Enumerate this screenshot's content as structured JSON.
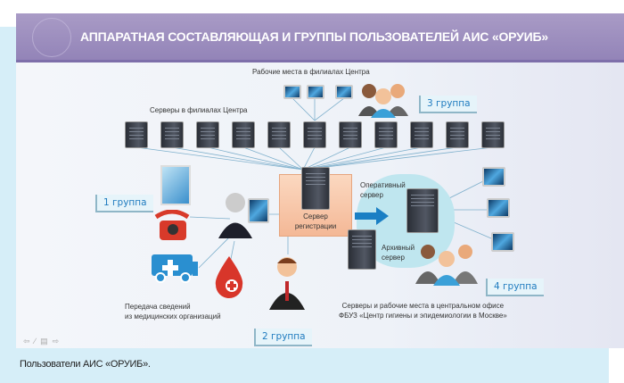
{
  "slide": {
    "title": "АППАРАТНАЯ СОСТАВЛЯЮЩАЯ И ГРУППЫ ПОЛЬЗОВАТЕЛЕЙ АИС «ОРУИБ»",
    "workstations_label": "Рабочие места в филиалах Центра",
    "servers_label": "Серверы в филиалах Центра",
    "registration_server": [
      "Сервер",
      "регистрации"
    ],
    "operational_server": [
      "Оперативный",
      "сервер"
    ],
    "archive_server": [
      "Архивный",
      "сервер"
    ],
    "med_orgs_label": [
      "Передача сведений",
      "из медицинских организаций"
    ],
    "central_office_label": [
      "Серверы и рабочие места в центральном офисе",
      "ФБУЗ «Центр гигиены и эпидемиологии в Москве»"
    ],
    "groups": [
      "1 группа",
      "2 группа",
      "3 группа",
      "4 группа"
    ]
  },
  "nav_icons": [
    "back-icon",
    "pen-icon",
    "menu-icon",
    "forward-icon"
  ],
  "caption": "Пользователи АИС «ОРУИБ»."
}
